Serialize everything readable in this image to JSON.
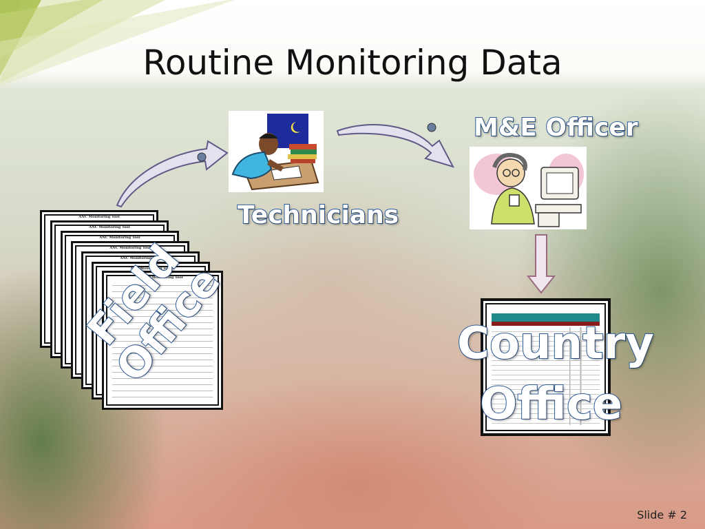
{
  "slide": {
    "title": "Routine Monitoring Data",
    "slide_number": "Slide # 2"
  },
  "labels": {
    "technicians": "Technicians",
    "me_officer": "M&E Officer",
    "country_line1": "Country",
    "country_line2": "Office",
    "field_line1": "Field",
    "field_line2": "Office"
  },
  "documents": {
    "field_header": "ANC Monitoring Tool",
    "field_stack_count": 7
  },
  "colors": {
    "label_outline": "#2b5a9c",
    "arrow_fill": "#e4e0ee",
    "arrow_stroke": "#5e5a86",
    "table_header": "#1f8a8a",
    "table_band": "#8b1c1c"
  },
  "icons": {
    "technicians": "person-studying-clipart",
    "me_officer": "woman-at-computer-clipart"
  }
}
